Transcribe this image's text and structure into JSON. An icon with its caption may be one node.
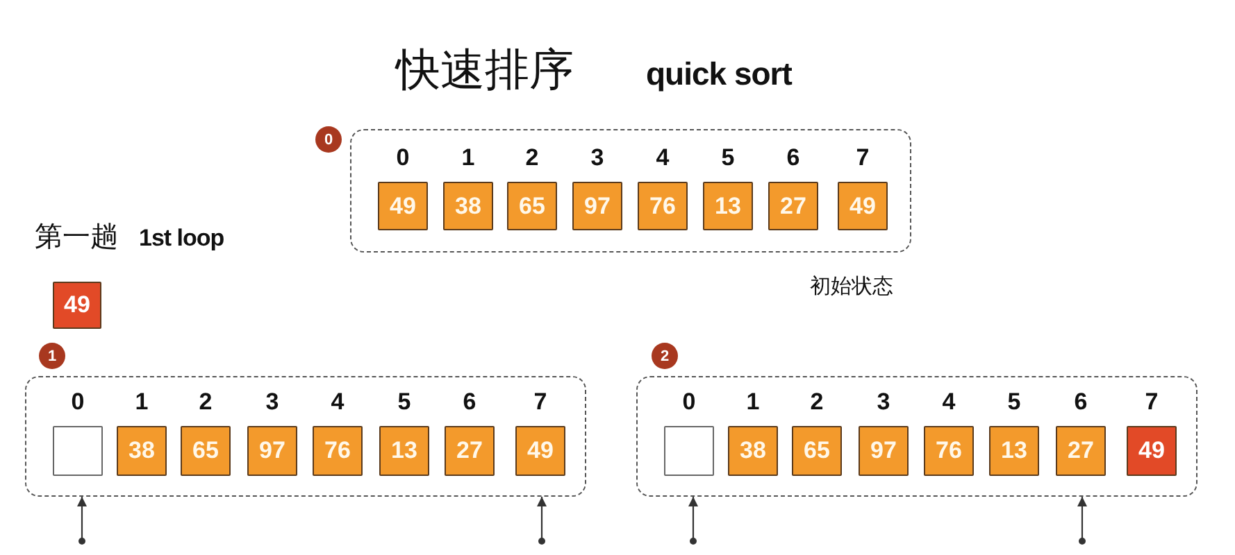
{
  "diagram": {
    "title": "快速排序 **quick sort**",
    "nodes": [
      {
        "text": [
          "0"
        ]
      },
      {
        "text": [],
        "shape": "box",
        "beside": [
          "初始状态"
        ]
      },
      {
        "text": [
          "49"
        ],
        "in": 1,
        "beside": [
          "0"
        ]
      },
      {
        "text": [
          "38"
        ],
        "in": 1,
        "beside": [
          "1"
        ]
      },
      {
        "text": [
          "65"
        ],
        "in": 1,
        "beside": [
          "2"
        ]
      },
      {
        "text": [
          "97"
        ],
        "in": 1,
        "beside": [
          "3"
        ]
      },
      {
        "text": [
          "76"
        ],
        "in": 1,
        "beside": [
          "4"
        ]
      },
      {
        "text": [
          "13"
        ],
        "in": 1,
        "beside": [
          "5"
        ]
      },
      {
        "text": [
          "27"
        ],
        "in": 1,
        "beside": [
          "6"
        ]
      },
      {
        "text": [
          "49"
        ],
        "in": 1,
        "beside": [
          "7"
        ]
      },
      {
        "text": [
          "49"
        ]
      },
      {
        "text": [
          "1"
        ]
      },
      {
        "text": [],
        "shape": "box"
      },
      {
        "text": [],
        "shape": "box",
        "in": 12,
        "beside": [
          "0"
        ]
      },
      {
        "text": [
          "38"
        ],
        "in": 12,
        "beside": [
          "1"
        ]
      },
      {
        "text": [
          "65"
        ],
        "in": 12,
        "beside": [
          "2"
        ]
      },
      {
        "text": [
          "97"
        ],
        "in": 12,
        "beside": [
          "3"
        ]
      },
      {
        "text": [
          "76"
        ],
        "in": 12,
        "beside": [
          "4"
        ]
      },
      {
        "text": [
          "13"
        ],
        "in": 12,
        "beside": [
          "5"
        ]
      },
      {
        "text": [
          "27"
        ],
        "in": 12,
        "beside": [
          "6"
        ]
      },
      {
        "text": [
          "49"
        ],
        "in": 12,
        "beside": [
          "7"
        ]
      },
      {
        "text": [
          "2"
        ]
      },
      {
        "text": [],
        "shape": "box"
      },
      {
        "text": [],
        "shape": "box",
        "in": 22,
        "beside": [
          "0"
        ]
      },
      {
        "text": [
          "38"
        ],
        "in": 22,
        "beside": [
          "1"
        ]
      },
      {
        "text": [
          "65"
        ],
        "in": 22,
        "beside": [
          "2"
        ]
      },
      {
        "text": [
          "97"
        ],
        "in": 22,
        "beside": [
          "3"
        ]
      },
      {
        "text": [
          "76"
        ],
        "in": 22,
        "beside": [
          "4"
        ]
      },
      {
        "text": [
          "13"
        ],
        "in": 22,
        "beside": [
          "5"
        ]
      },
      {
        "text": [
          "27"
        ],
        "in": 22,
        "beside": [
          "6"
        ]
      },
      {
        "text": [
          "49"
        ],
        "in": 22,
        "beside": [
          "7"
        ]
      }
    ],
    "edges": [
      {
        "from": null,
        "to": 12,
        "arrow": "to"
      },
      {
        "from": null,
        "to": 12,
        "arrow": "to"
      },
      {
        "from": null,
        "to": 22,
        "arrow": "to"
      },
      {
        "from": null,
        "to": 22,
        "arrow": "to"
      }
    ],
    "labels": [
      "第一趟 **1st loop**"
    ]
  }
}
